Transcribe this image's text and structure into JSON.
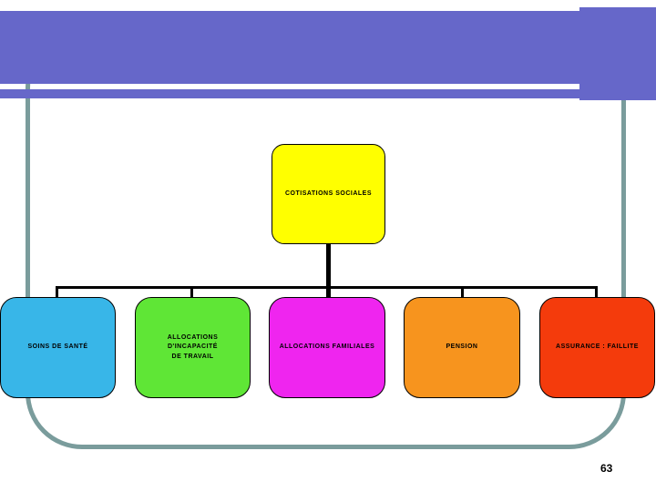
{
  "slide": {
    "page_number": "63",
    "header_color": "#6667c9",
    "frame_color": "#7a9c9c",
    "connector_color": "#000000"
  },
  "diagram": {
    "root": {
      "label": "COTISATIONS SOCIALES",
      "bg": "#ffff00"
    },
    "children": [
      {
        "label": "SOINS DE SANTÉ",
        "bg": "#38b6e8"
      },
      {
        "label": "ALLOCATIONS D'INCAPACITÉ DE TRAVAIL",
        "bg": "#5fe636"
      },
      {
        "label": "ALLOCATIONS FAMILIALES",
        "bg": "#ef25ef"
      },
      {
        "label": "PENSION",
        "bg": "#f7941e"
      },
      {
        "label": "ASSURANCE : FAILLITE",
        "bg": "#f43b0c"
      }
    ]
  }
}
